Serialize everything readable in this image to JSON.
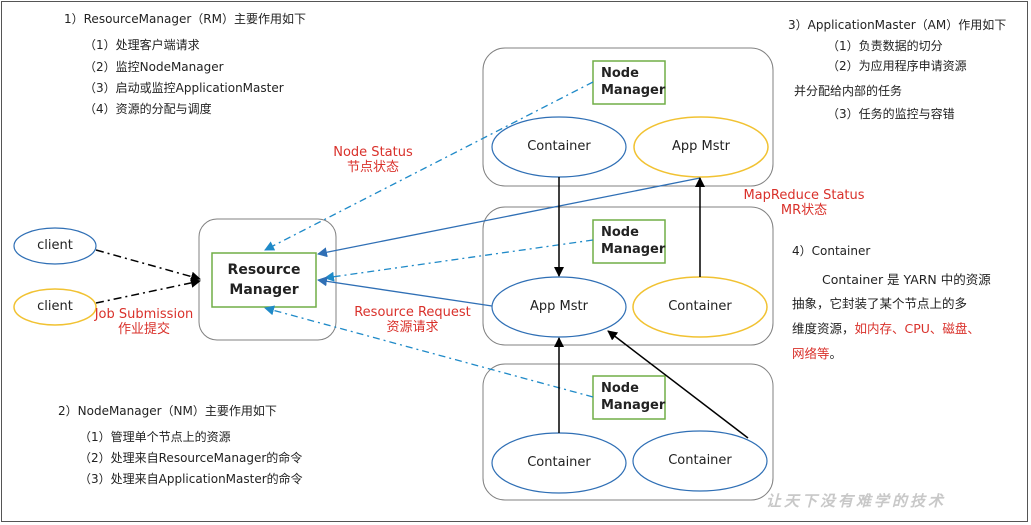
{
  "rm_section": {
    "title": "1）ResourceManager（RM）主要作用如下",
    "items": [
      "（1）处理客户端请求",
      "（2）监控NodeManager",
      "（3）启动或监控ApplicationMaster",
      "（4）资源的分配与调度"
    ]
  },
  "am_section": {
    "title": "3）ApplicationMaster（AM）作用如下",
    "items": [
      "（1）负责数据的切分",
      "（2）为应用程序申请资源",
      "并分配给内部的任务",
      "（3）任务的监控与容错"
    ]
  },
  "nm_section": {
    "title": "2）NodeManager（NM）主要作用如下",
    "items": [
      "（1）管理单个节点上的资源",
      "（2）处理来自ResourceManager的命令",
      "（3）处理来自ApplicationMaster的命令"
    ]
  },
  "container_section": {
    "title": "4）Container",
    "line1": "Container 是 YARN 中的资源",
    "line2": "抽象，它封装了某个节点上的多",
    "line3_black": "维度资源，",
    "line3_red": "如内存、CPU、磁盘、",
    "line4_red": "网络等",
    "line4_end": "。"
  },
  "labels": {
    "node_status_en": "Node Status",
    "node_status_zh": "节点状态",
    "mapreduce_status_en": "MapReduce Status",
    "mapreduce_status_zh": "MR状态",
    "job_submission_en": "Job Submission",
    "job_submission_zh": "作业提交",
    "resource_request_en": "Resource Request",
    "resource_request_zh": "资源请求"
  },
  "resource_manager": {
    "line1": "Resource",
    "line2": "Manager"
  },
  "node_manager": {
    "line1": "Node",
    "line2": "Manager"
  },
  "clients": [
    "client",
    "client"
  ],
  "node1": {
    "left": "Container",
    "right": "App Mstr"
  },
  "node2": {
    "left": "App Mstr",
    "right": "Container"
  },
  "node3": {
    "left": "Container",
    "right": "Container"
  },
  "watermark": "让天下没有难学的技术",
  "colors": {
    "blue": "#2f6fb5",
    "yellow": "#f1c232",
    "green": "#70ad47",
    "red": "#d9312b",
    "dash_blue": "#1f8ac8"
  }
}
